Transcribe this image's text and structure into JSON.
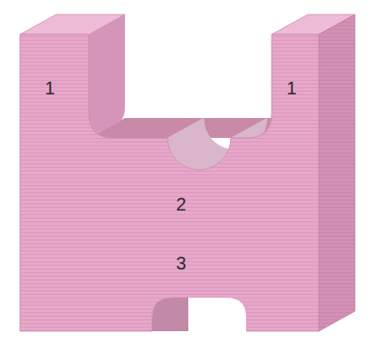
{
  "diagram": {
    "labels": [
      "1",
      "1",
      "2",
      "3"
    ]
  }
}
